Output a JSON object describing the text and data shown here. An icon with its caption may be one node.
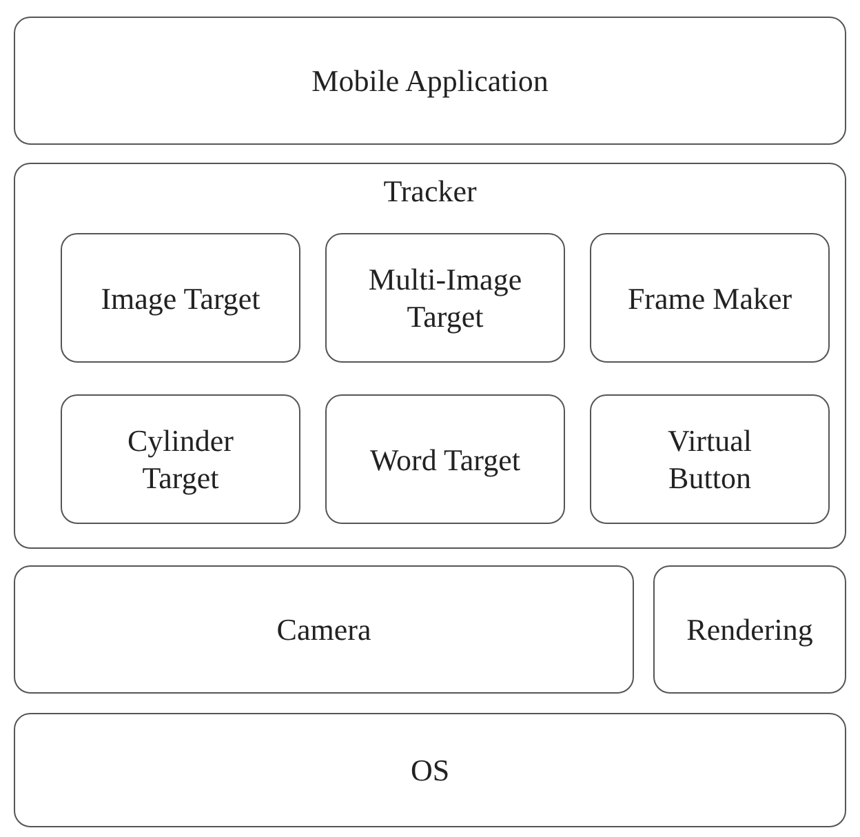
{
  "diagram": {
    "nodes": [
      {
        "text": [
          "Mobile Application"
        ]
      },
      {
        "text": [
          "Tracker"
        ]
      },
      {
        "text": [
          "Image Target"
        ],
        "in": 1
      },
      {
        "text": [
          "Multi-Image Target"
        ],
        "in": 1
      },
      {
        "text": [
          "Frame Maker"
        ],
        "in": 1
      },
      {
        "text": [
          "Cylinder Target"
        ],
        "in": 1
      },
      {
        "text": [
          "Word Target"
        ],
        "in": 1
      },
      {
        "text": [
          "Virtual Button"
        ],
        "in": 1
      },
      {
        "text": [
          "Camera"
        ]
      },
      {
        "text": [
          "Rendering"
        ]
      },
      {
        "text": [
          "OS"
        ]
      }
    ]
  }
}
